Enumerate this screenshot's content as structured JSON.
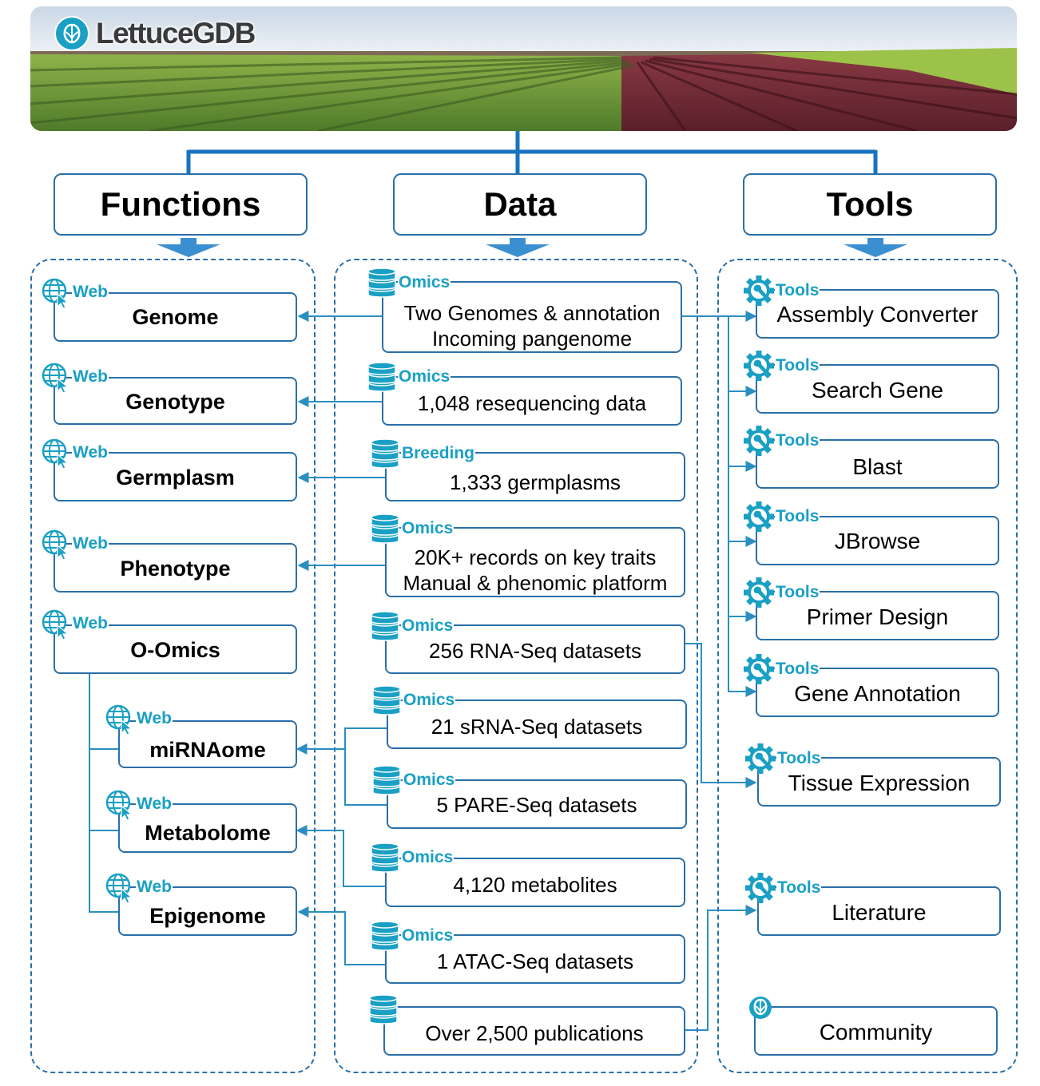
{
  "banner": {
    "logo_text": "LettuceGDB"
  },
  "headers": {
    "functions": "Functions",
    "data": "Data",
    "tools": "Tools"
  },
  "functions": [
    {
      "tag": "Web",
      "label": "Genome"
    },
    {
      "tag": "Web",
      "label": "Genotype"
    },
    {
      "tag": "Web",
      "label": "Germplasm"
    },
    {
      "tag": "Web",
      "label": "Phenotype"
    },
    {
      "tag": "Web",
      "label": "O-Omics"
    },
    {
      "tag": "Web",
      "label": "miRNAome"
    },
    {
      "tag": "Web",
      "label": "Metabolome"
    },
    {
      "tag": "Web",
      "label": "Epigenome"
    }
  ],
  "data": [
    {
      "tag": "Omics",
      "line1": "Two Genomes & annotation",
      "line2": "Incoming pangenome"
    },
    {
      "tag": "Omics",
      "line1": "1,048 resequencing data"
    },
    {
      "tag": "Breeding",
      "line1": "1,333 germplasms"
    },
    {
      "tag": "Omics",
      "line1": "20K+ records on key traits",
      "line2": "Manual & phenomic platform"
    },
    {
      "tag": "Omics",
      "line1": "256 RNA-Seq datasets"
    },
    {
      "tag": "Omics",
      "line1": "21 sRNA-Seq datasets"
    },
    {
      "tag": "Omics",
      "line1": "5 PARE-Seq datasets"
    },
    {
      "tag": "Omics",
      "line1": "4,120 metabolites"
    },
    {
      "tag": "Omics",
      "line1": "1 ATAC-Seq datasets"
    },
    {
      "tag": "",
      "line1": "Over 2,500 publications"
    }
  ],
  "tools": [
    {
      "tag": "Tools",
      "label": "Assembly Converter"
    },
    {
      "tag": "Tools",
      "label": "Search Gene"
    },
    {
      "tag": "Tools",
      "label": "Blast"
    },
    {
      "tag": "Tools",
      "label": "JBrowse"
    },
    {
      "tag": "Tools",
      "label": "Primer Design"
    },
    {
      "tag": "Tools",
      "label": "Gene Annotation"
    },
    {
      "tag": "Tools",
      "label": "Tissue Expression"
    },
    {
      "tag": "Tools",
      "label": "Literature"
    },
    {
      "tag": "",
      "label": "Community"
    }
  ],
  "colors": {
    "border": "#2a6fa8",
    "tag_text": "#1aa0c4",
    "arrow": "#3a8fd0",
    "connector": "#2a8fc0"
  }
}
